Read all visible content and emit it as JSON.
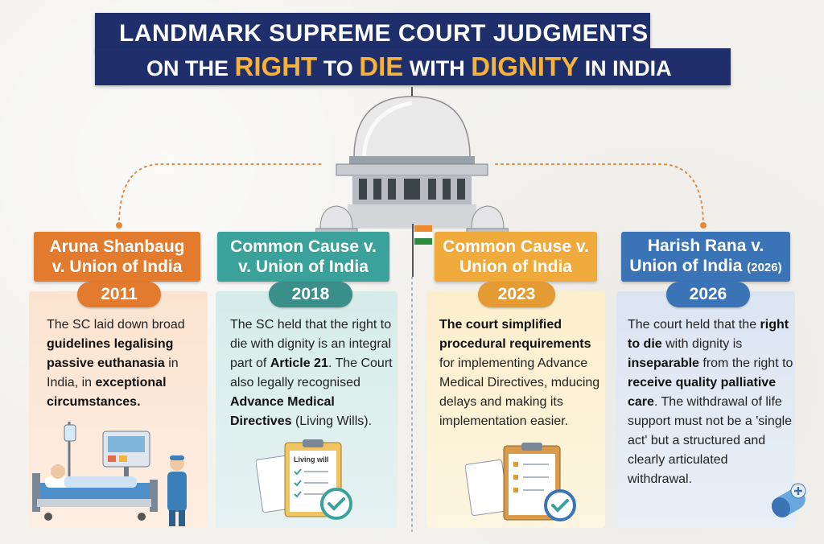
{
  "title": {
    "line1": "LANDMARK SUPREME COURT JUDGMENTS",
    "line2": {
      "on_the": "ON THE",
      "right": "RIGHT",
      "to": "TO",
      "die": "DIE",
      "with": "WITH",
      "dignity": "DIGNITY",
      "in_india": "IN INDIA"
    }
  },
  "colors": {
    "banner": "#1f2f6b",
    "highlight": "#f6b23a",
    "orange": "#e37b2e",
    "teal": "#3aa29a",
    "amber": "#f0a93b",
    "blue": "#3a74b6"
  },
  "cases": [
    {
      "name_line1": "Aruna Shanbaug",
      "name_line2": "v. Union of India",
      "year": "2011",
      "text": [
        {
          "t": "The SC laid down broad ",
          "b": false
        },
        {
          "t": "guidelines legalising passive euthanasia",
          "b": true
        },
        {
          "t": " in India, in ",
          "b": false
        },
        {
          "t": "exceptional circumstances.",
          "b": true
        }
      ],
      "icon": "hospital-bed-doctor-icon"
    },
    {
      "name_line1": "Common Cause v.",
      "name_line2": "v. Union of India",
      "year": "2018",
      "text": [
        {
          "t": "The SC held that the right to die with dignity is an integral part of ",
          "b": false
        },
        {
          "t": "Article 21",
          "b": true
        },
        {
          "t": ". The Court also legally recognised ",
          "b": false
        },
        {
          "t": "Advance Medical Directives",
          "b": true
        },
        {
          "t": " (Living Wills).",
          "b": false
        }
      ],
      "icon": "living-will-clipboard-icon",
      "icon_label": "Living will"
    },
    {
      "name_line1": "Common Cause v.",
      "name_line2": "Union of India",
      "year": "2023",
      "text": [
        {
          "t": "The court simplified procedural requirements",
          "b": true
        },
        {
          "t": " for implementing Advance Medical Directives, mducing delays and making its implementation easier.",
          "b": false
        }
      ],
      "icon": "checklist-clipboard-icon"
    },
    {
      "name_line1": "Harish Rana v.",
      "name_line2": "Union of India",
      "name_suffix": "(2026)",
      "year": "2026",
      "text": [
        {
          "t": "The court held that the ",
          "b": false
        },
        {
          "t": "right to die",
          "b": true
        },
        {
          "t": " with dignity is ",
          "b": false
        },
        {
          "t": "inseparable",
          "b": true
        },
        {
          "t": " from the right to ",
          "b": false
        },
        {
          "t": "receive quality palliative care",
          "b": true
        },
        {
          "t": ". The withdrawal of life support must not be a 'single act' but a structured and clearly articulated withdrawal.",
          "b": false
        }
      ],
      "icon": "medical-pill-icon"
    }
  ]
}
